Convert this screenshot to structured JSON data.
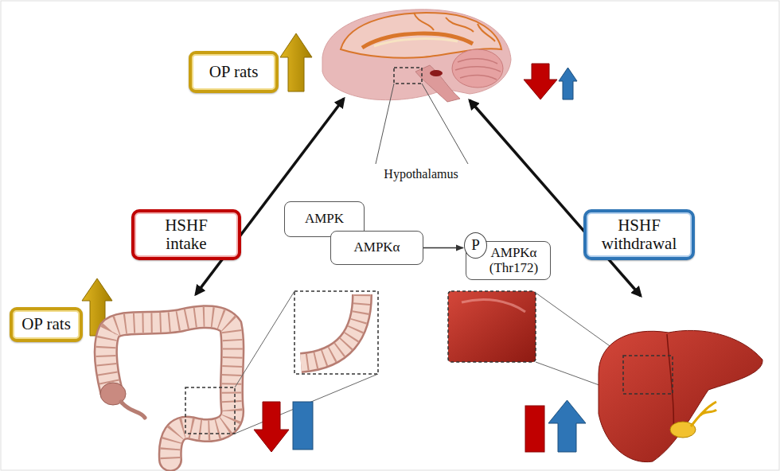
{
  "diagram": {
    "nodes": [
      {
        "text": [
          "OP rats"
        ]
      },
      {
        "text": [
          "HSHF intake"
        ]
      },
      {
        "text": [
          "AMPK"
        ]
      },
      {
        "text": [
          "AMPKα"
        ]
      },
      {
        "text": [
          "P"
        ]
      },
      {
        "text": [
          "AMPKα (Thr172)"
        ]
      },
      {
        "text": [
          "HSHF withdrawal"
        ]
      },
      {
        "text": [
          "OP rats"
        ]
      }
    ],
    "edges": [
      {
        "from": 3,
        "to": 5,
        "arrow": "to"
      }
    ],
    "labels": [
      "Hypothalamus"
    ]
  }
}
